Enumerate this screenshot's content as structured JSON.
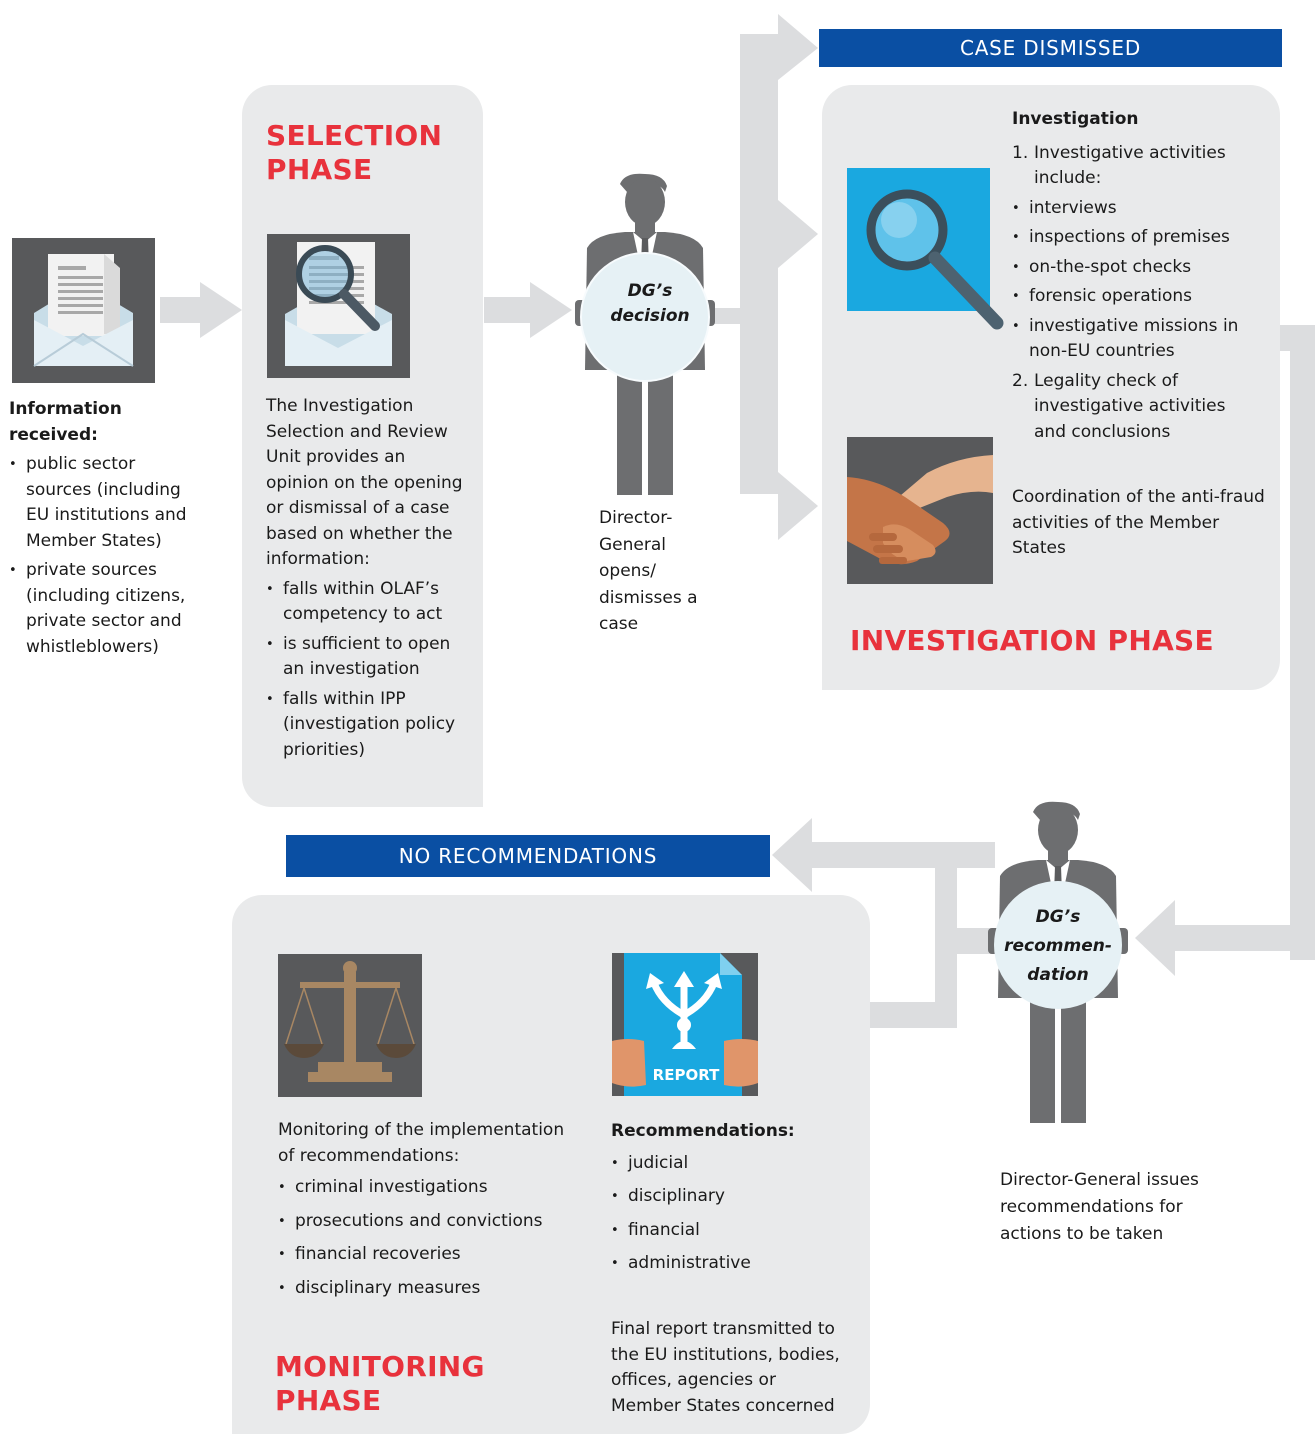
{
  "banners": {
    "case_dismissed": "CASE DISMISSED",
    "no_recommendations": "NO RECOMMENDATIONS"
  },
  "info": {
    "heading": "Information received:",
    "items": [
      "public sector sources (including EU institutions and Member States)",
      "private sources (including citizens, private sector and whistleblowers)"
    ]
  },
  "selection": {
    "title_line1": "SELECTION",
    "title_line2": "PHASE",
    "intro": "The Investigation Selection and Review Unit provides an opinion on the opening or dismissal of a case based on whether the information:",
    "items": [
      "falls within OLAF’s competency to act",
      "is sufficient to open an investigation",
      "falls within IPP (investigation policy priorities)"
    ]
  },
  "dg_decision": {
    "sign_line1": "DG’s",
    "sign_line2": "decision",
    "caption": "Director-General opens/ dismisses a case"
  },
  "investigation": {
    "heading": "Investigation",
    "n1_label": "1.",
    "n1_text": "Investigative activities include:",
    "activities": [
      "interviews",
      "inspections of premises",
      "on-the-spot checks",
      "forensic operations",
      "investigative missions in non-EU countries"
    ],
    "n2_label": "2.",
    "n2_text": "Legality check of investigative activities and conclusions",
    "coordination": "Coordination of the anti-fraud activities of the Member States",
    "title": "INVESTIGATION PHASE"
  },
  "dg_recommendation": {
    "sign_line1": "DG’s",
    "sign_line2": "recommen-",
    "sign_line3": "dation",
    "caption": "Director-General issues recommendations for actions to be taken"
  },
  "recommendations": {
    "report_label": "REPORT",
    "heading": "Recommendations:",
    "items": [
      "judicial",
      "disciplinary",
      "financial",
      "administrative"
    ],
    "final_report": "Final report transmitted to the EU institutions, bodies, offices, agencies or Member States concerned"
  },
  "monitoring": {
    "intro": "Monitoring of the implementation of recommendations:",
    "items": [
      "criminal investigations",
      "prosecutions and convictions",
      "financial recoveries",
      "disciplinary measures"
    ],
    "title_line1": "MONITORING",
    "title_line2": "PHASE"
  },
  "colors": {
    "phase_red": "#e8323c",
    "banner_blue": "#0a4fa3",
    "panel_grey": "#e9eaeb",
    "arrow_grey": "#dcdddf",
    "figure_grey": "#6d6e70"
  }
}
